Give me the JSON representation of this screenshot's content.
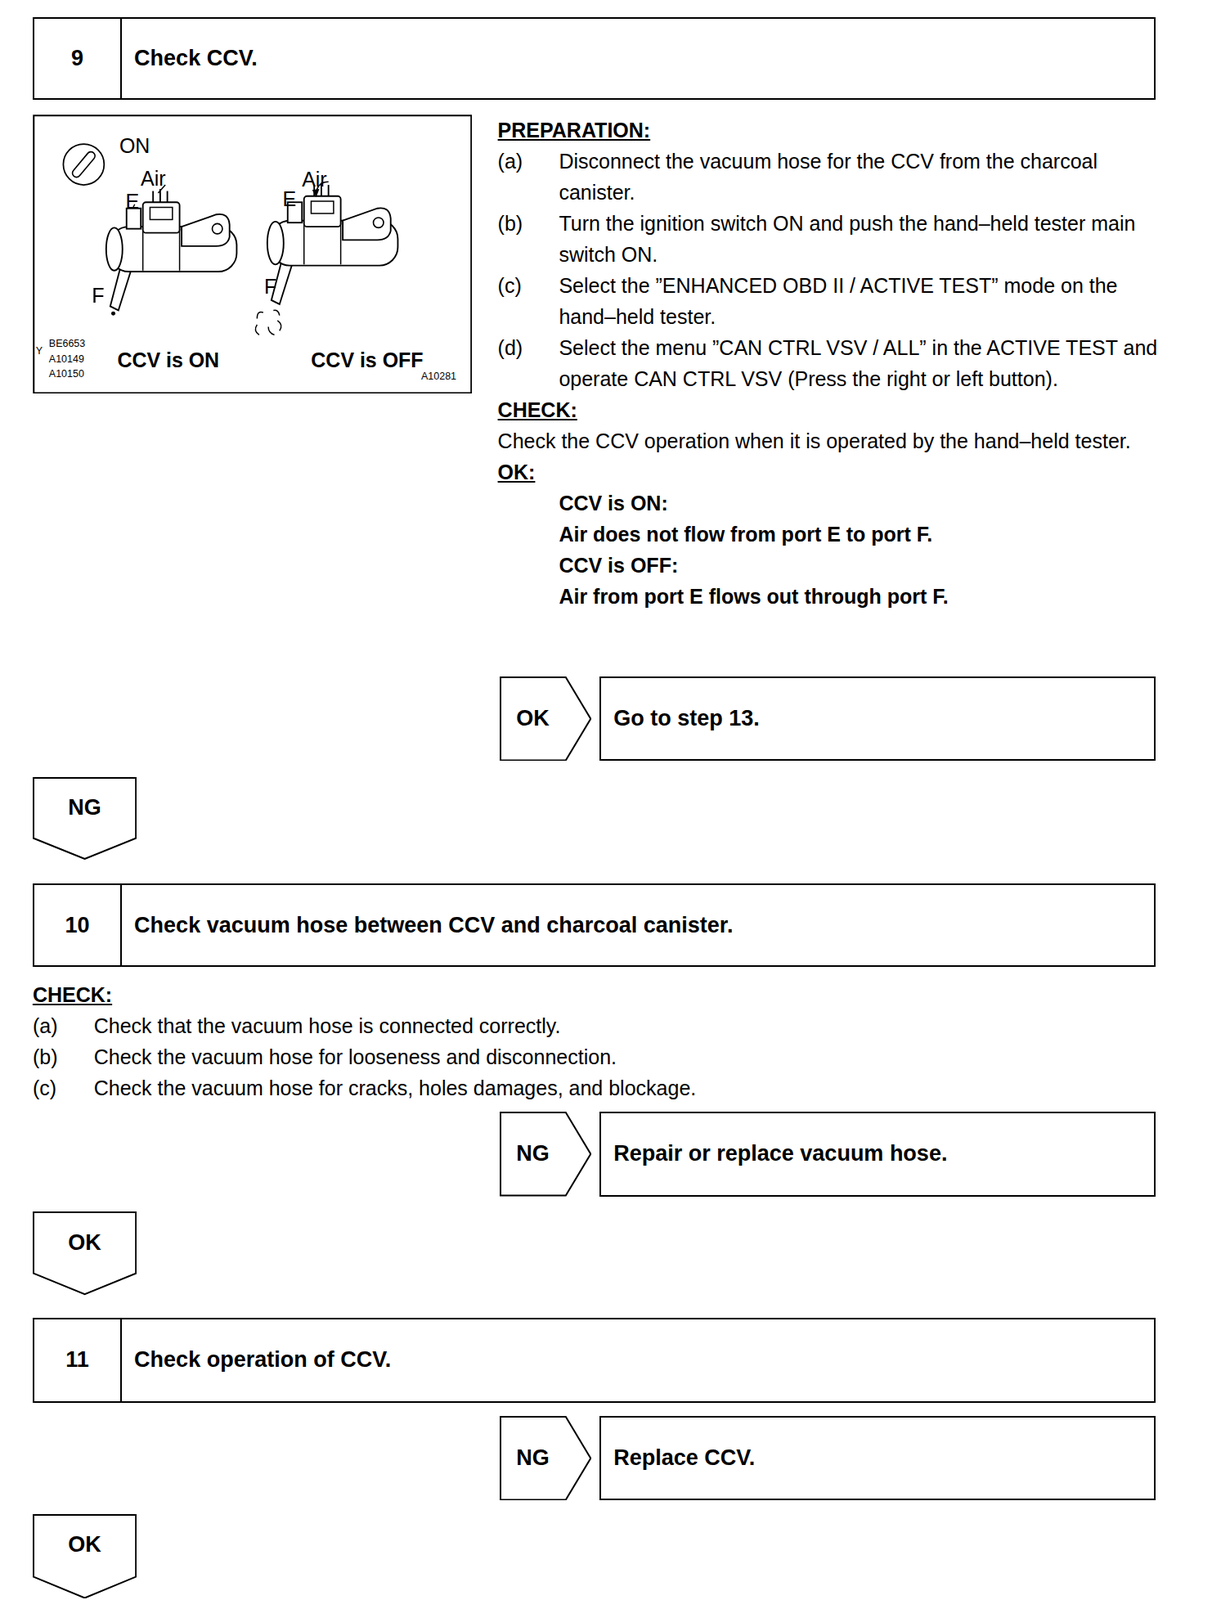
{
  "diagram": {
    "nodes": [
      {
        "text": [
          "9",
          "Check CCV."
        ]
      },
      {
        "text": [
          "OK"
        ]
      },
      {
        "text": [
          "Go to step 13."
        ]
      },
      {
        "text": [
          "NG"
        ]
      },
      {
        "text": [
          "10",
          "Check vacuum hose between CCV and charcoal canister."
        ]
      },
      {
        "text": [
          "NG"
        ]
      },
      {
        "text": [
          "Repair or replace vacuum hose."
        ]
      },
      {
        "text": [
          "OK"
        ]
      },
      {
        "text": [
          "11",
          "Check operation of CCV."
        ]
      },
      {
        "text": [
          "NG"
        ]
      },
      {
        "text": [
          "Replace CCV."
        ]
      },
      {
        "text": [
          "OK"
        ]
      }
    ],
    "labels": [
      "ON",
      "Air",
      "E",
      "F",
      "Air",
      "E",
      "F",
      "Y",
      "BE6653",
      "A10149",
      "A10150",
      "CCV is ON",
      "CCV is OFF",
      "A10281",
      "PREPARATION:",
      "(a)",
      "Disconnect the vacuum hose for the CCV from the charcoal canister.",
      "(b)",
      "Turn the ignition switch ON and push the hand–held tester main switch ON.",
      "(c)",
      "Select the ”ENHANCED OBD II / ACTIVE TEST” mode on the hand–held tester.",
      "(d)",
      "Select the menu ”CAN CTRL VSV / ALL” in the ACTIVE TEST and operate CAN CTRL VSV (Press the right or left button).",
      "CHECK:",
      "Check the CCV operation when it is operated by the hand–held tester.",
      "OK:",
      "CCV is ON:",
      "Air does not flow from port E to port F.",
      "CCV is OFF:",
      "Air from port E flows out through port F.",
      "CHECK:",
      "(a)",
      "Check that the vacuum hose is connected correctly.",
      "(b)",
      "Check the vacuum hose for looseness and disconnection.",
      "(c)",
      "Check the vacuum hose for cracks, holes damages, and blockage."
    ]
  }
}
